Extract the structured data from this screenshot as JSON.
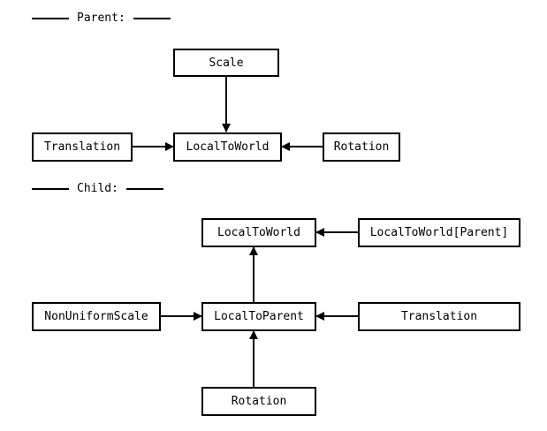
{
  "sections": {
    "parent": "Parent:",
    "child": "Child:"
  },
  "parent": {
    "scale": "Scale",
    "translation": "Translation",
    "local_to_world": "LocalToWorld",
    "rotation": "Rotation"
  },
  "child": {
    "local_to_world": "LocalToWorld",
    "local_to_world_parent": "LocalToWorld[Parent]",
    "non_uniform_scale": "NonUniformScale",
    "local_to_parent": "LocalToParent",
    "translation": "Translation",
    "rotation": "Rotation"
  }
}
